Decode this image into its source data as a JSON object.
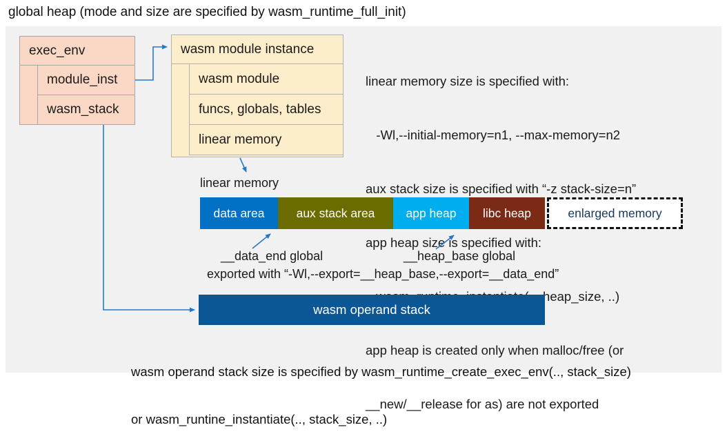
{
  "title": "global heap (mode and size are specified by wasm_runtime_full_init)",
  "diagram": {
    "exec_env": {
      "title": "exec_env",
      "rows": [
        "module_inst",
        "wasm_stack"
      ]
    },
    "module_instance": {
      "title": "wasm module instance",
      "rows": [
        "wasm module",
        "funcs, globals, tables",
        "linear memory"
      ]
    },
    "linear_memory": {
      "label": "linear memory",
      "segments": [
        {
          "label": "data area",
          "color": "#0071c5",
          "text_color": "#ffffff"
        },
        {
          "label": "aux stack area",
          "color": "#6a6c00",
          "text_color": "#ffffff"
        },
        {
          "label": "app heap",
          "color": "#00aeef",
          "text_color": "#ffffff"
        },
        {
          "label": "libc heap",
          "color": "#7b2b15",
          "text_color": "#ffffff"
        },
        {
          "label": "enlarged memory",
          "color": "#ffffff",
          "text_color": "#16365c",
          "style": "dashed"
        }
      ],
      "data_end_label": "__data_end global",
      "heap_base_label": "__heap_base global",
      "export_note": "exported with “-Wl,--export=__heap_base,--export=__data_end”"
    },
    "operand_stack": {
      "label": "wasm operand stack"
    }
  },
  "notes": {
    "linear_memory_notes": [
      "linear memory size is specified with:",
      "   -Wl,--initial-memory=n1, --max-memory=n2",
      "aux stack size is specified with “-z stack-size=n”",
      "app heap size is specified with:",
      "   wasm_runtime_instantiate(.., heap_size, ..)",
      "app heap is created only when malloc/free (or",
      "__new/__release for as) are not exported"
    ],
    "operand_stack_notes": [
      "wasm operand stack size is specified by wasm_runtime_create_exec_env(.., stack_size)",
      "or wasm_runtine_instantiate(.., stack_size, ..)"
    ]
  },
  "colors": {
    "panel_bg": "#f1f1f1",
    "box_pink": "#fbd8c5",
    "box_cream": "#fdeecb",
    "arrow_blue": "#2777c9",
    "operand_stack_blue": "#0b5796",
    "dashed_border": "#111111"
  }
}
